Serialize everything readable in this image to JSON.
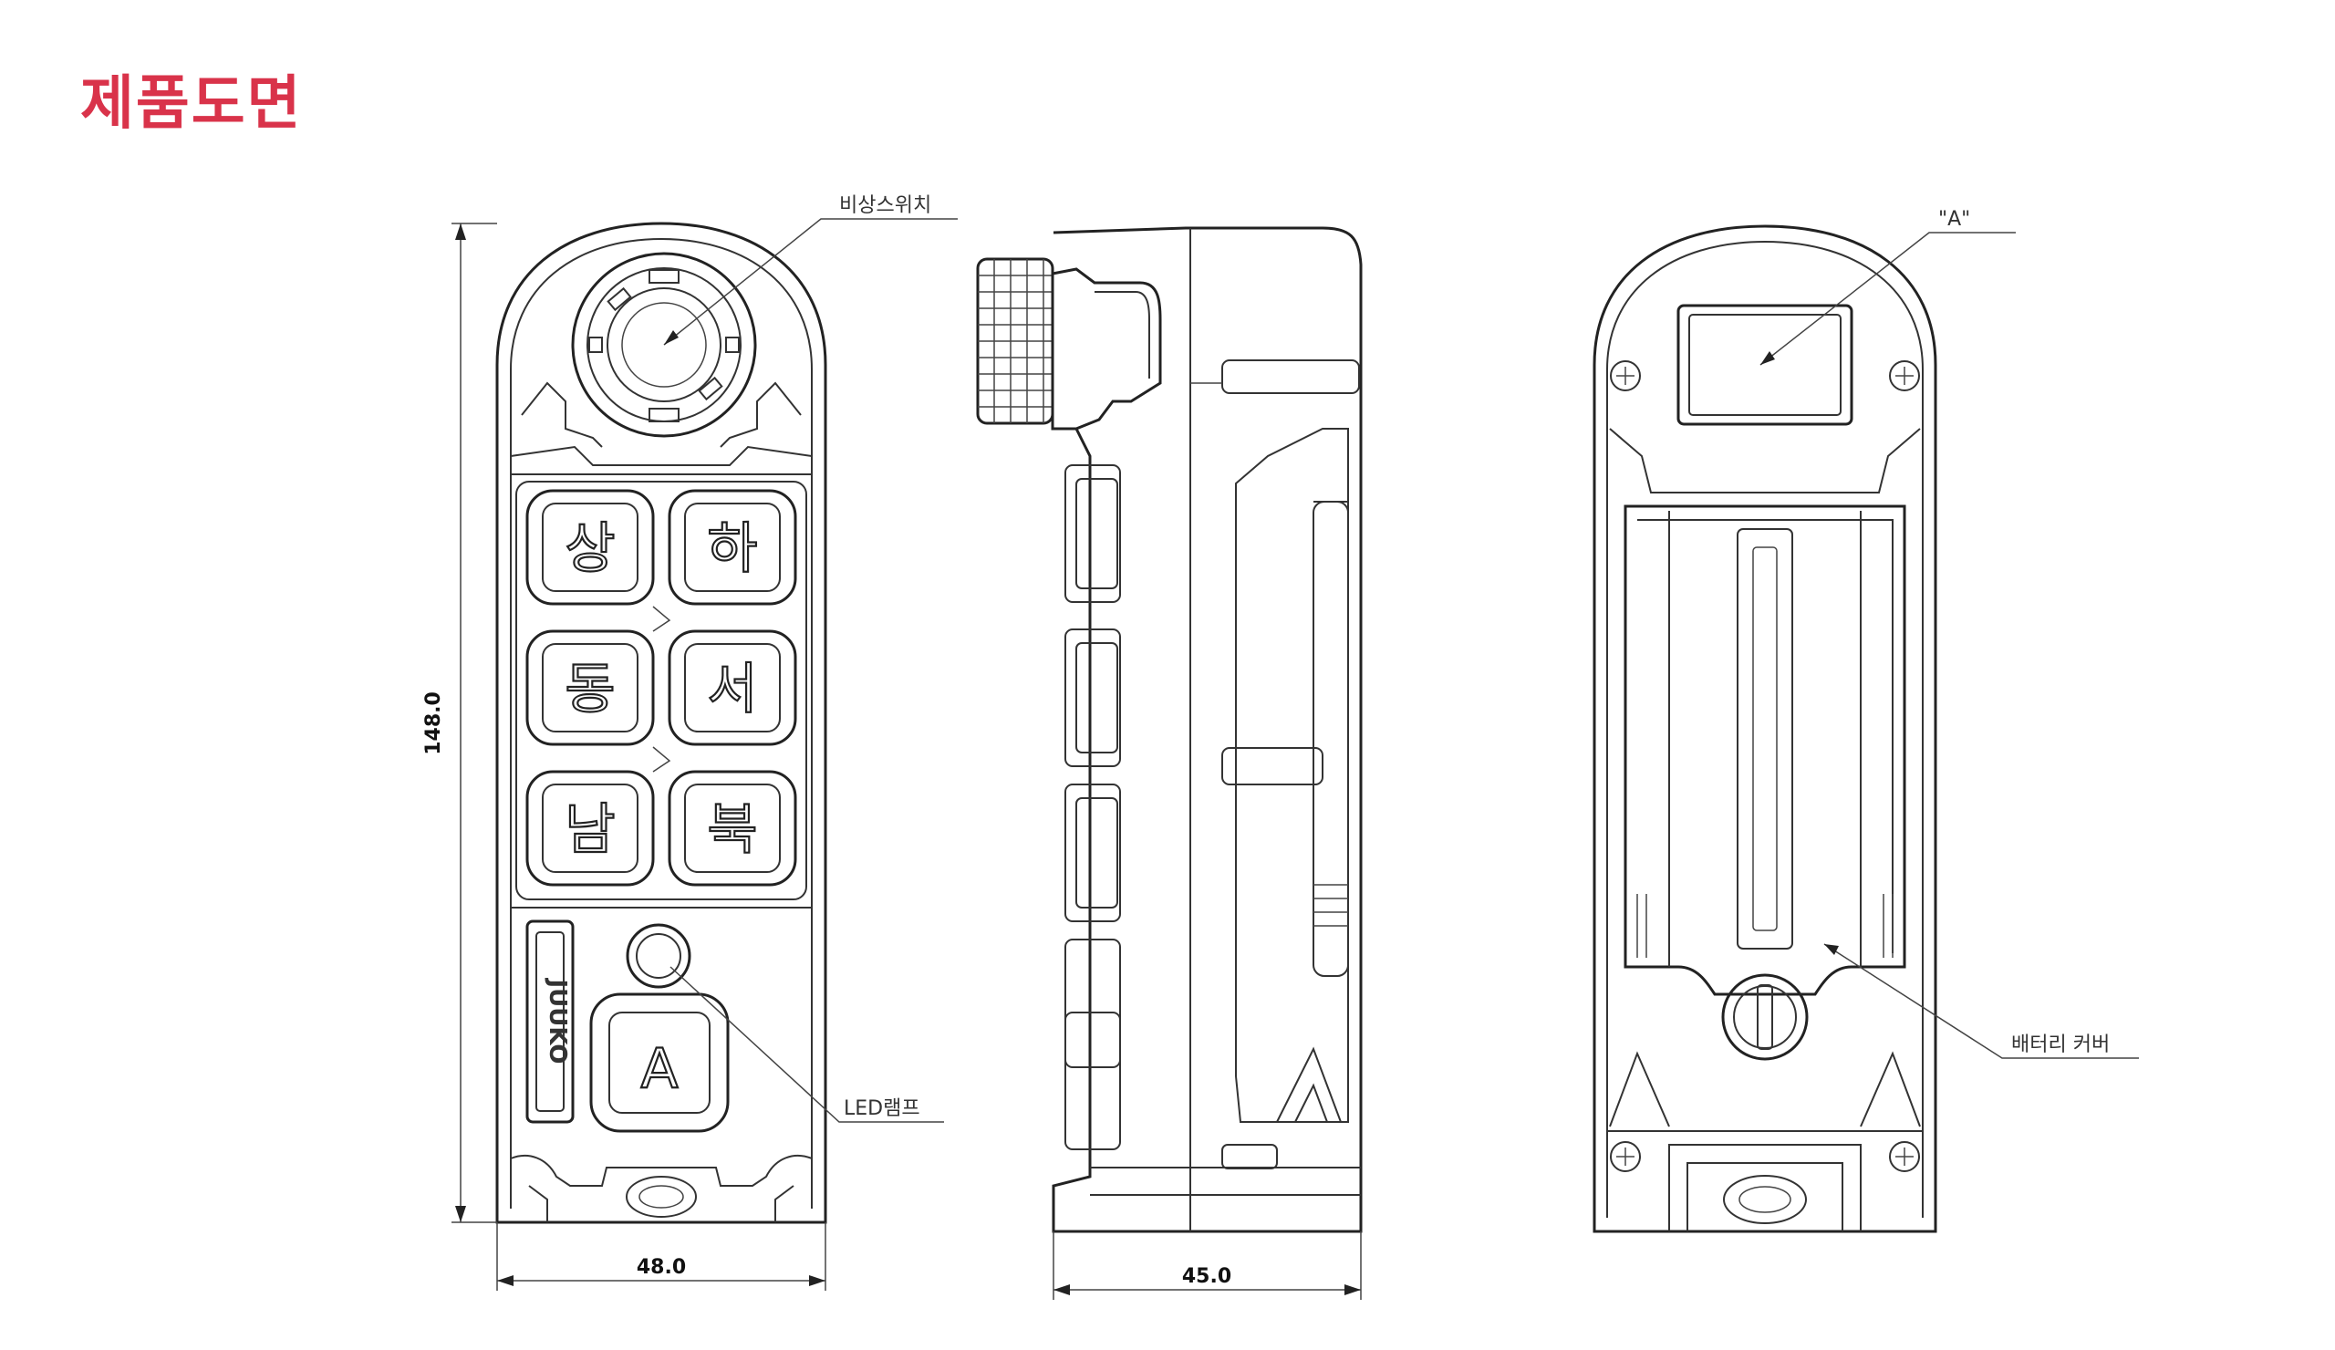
{
  "page": {
    "title": "제품도면"
  },
  "front_view": {
    "keys": [
      "상",
      "하",
      "동",
      "서",
      "남",
      "북"
    ],
    "aux_key": "A",
    "brand": "JUUKO",
    "dim_height": "148.0",
    "dim_width": "48.0"
  },
  "side_view": {
    "dim_depth": "45.0"
  },
  "callouts": {
    "emergency_switch": "비상스위치",
    "led_lamp": "LED램프",
    "label_a": "\"A\"",
    "battery_cover": "배터리 커버"
  },
  "colors": {
    "title": "#d9334a",
    "line": "#222222"
  }
}
